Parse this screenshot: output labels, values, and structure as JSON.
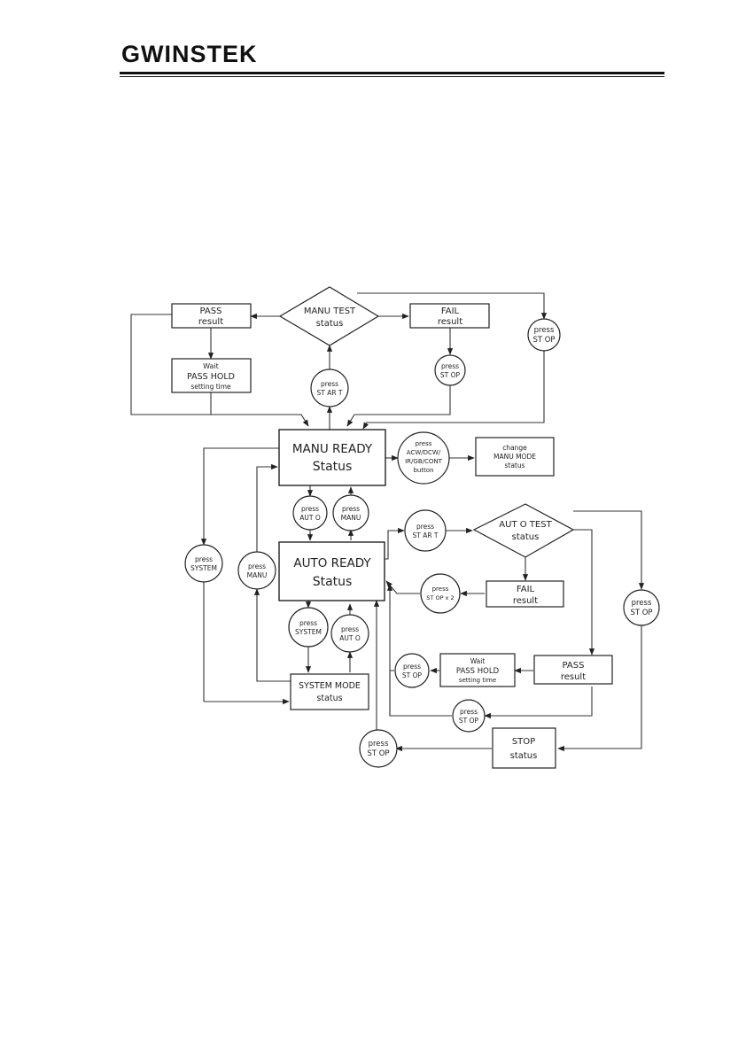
{
  "header": {
    "logo": "GWINSTEK"
  },
  "diagram": {
    "manu_test": [
      "MANU TEST",
      "status"
    ],
    "pass_result_top": [
      "PASS",
      "result"
    ],
    "fail_result_top": [
      "FAIL",
      "result"
    ],
    "wait_hold_top": [
      "Wait",
      "PASS HOLD",
      "setting time"
    ],
    "press_start_top": [
      "press",
      "ST AR T"
    ],
    "press_stop_fail_top": [
      "press",
      "ST OP"
    ],
    "press_stop_right_top": [
      "press",
      "ST OP"
    ],
    "manu_ready": [
      "MANU READY",
      "Status"
    ],
    "press_acw": [
      "press",
      "ACW/DCW/",
      "IR/GB/CONT",
      "button"
    ],
    "change_manu_mode": [
      "change",
      "MANU MODE",
      "status"
    ],
    "press_auto_1": [
      "press",
      "AUT O"
    ],
    "press_manu_1": [
      "press",
      "MANU"
    ],
    "auto_ready": [
      "AUTO READY",
      "Status"
    ],
    "press_system_left": [
      "press",
      "SYSTEM"
    ],
    "press_manu_left": [
      "press",
      "MANU"
    ],
    "press_start_auto": [
      "press",
      "ST AR T"
    ],
    "auto_test": [
      "AUT O TEST",
      "status"
    ],
    "fail_result_auto": [
      "FAIL",
      "result"
    ],
    "press_stop_x2": [
      "press",
      "ST OP x 2"
    ],
    "press_stop_far_right": [
      "press",
      "ST OP"
    ],
    "press_system_2": [
      "press",
      "SYSTEM"
    ],
    "press_auto_2": [
      "press",
      "AUT O"
    ],
    "system_mode": [
      "SYSTEM MODE",
      "status"
    ],
    "pass_result_auto": [
      "PASS",
      "result"
    ],
    "wait_hold_auto": [
      "Wait",
      "PASS HOLD",
      "setting time"
    ],
    "press_stop_wait": [
      "press",
      "ST OP"
    ],
    "press_stop_bottom_mid": [
      "press",
      "ST OP"
    ],
    "stop_status": [
      "STOP",
      "status"
    ],
    "press_stop_bottom_left": [
      "press",
      "ST OP"
    ]
  }
}
